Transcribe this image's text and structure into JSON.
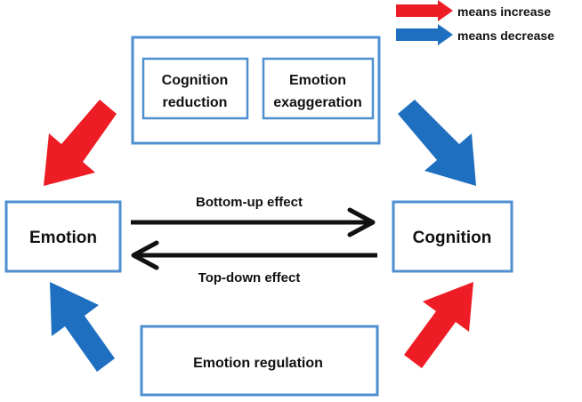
{
  "legend": {
    "increase": {
      "label": "means increase",
      "color": "#ee1c25"
    },
    "decrease": {
      "label": "means decrease",
      "color": "#1f6fc1"
    }
  },
  "boxes": {
    "cognition_reduction": [
      "Cognition",
      "reduction"
    ],
    "emotion_exaggeration": [
      "Emotion",
      "exaggeration"
    ],
    "emotion": "Emotion",
    "cognition": "Cognition",
    "emotion_regulation": "Emotion regulation"
  },
  "effects": {
    "bottom_up": "Bottom-up effect",
    "top_down": "Top-down effect"
  },
  "colors": {
    "box_border": "#4f8fd0",
    "effect_arrow": "#111111"
  },
  "icons": {
    "increase_arrow": "red-block-arrow-icon",
    "decrease_arrow": "blue-block-arrow-icon"
  }
}
